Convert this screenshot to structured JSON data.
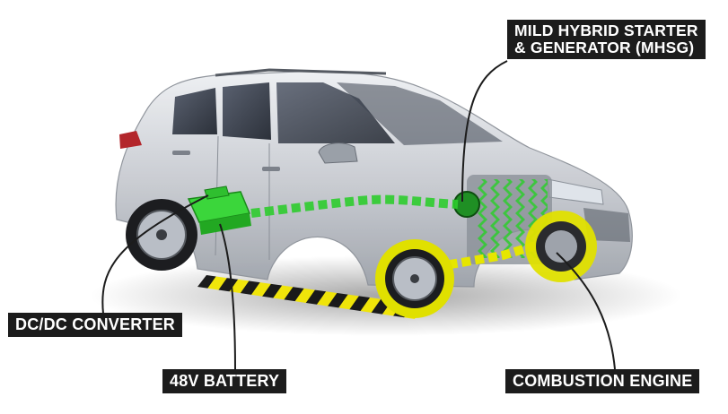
{
  "labels": {
    "mhsg": "MILD HYBRID STARTER\n& GENERATOR (MHSG)",
    "dcdc": "DC/DC CONVERTER",
    "battery": "48V BATTERY",
    "engine": "COMBUSTION ENGINE"
  },
  "colors": {
    "label_background": "#1c1c1c",
    "label_text": "#ffffff",
    "electric_flow": "#2ecc2e",
    "mechanical_flow": "#e6e600",
    "car_body": "#c9ccd2",
    "hazard_stripe_dark": "#111111",
    "hazard_stripe_yellow": "#f2e600"
  }
}
